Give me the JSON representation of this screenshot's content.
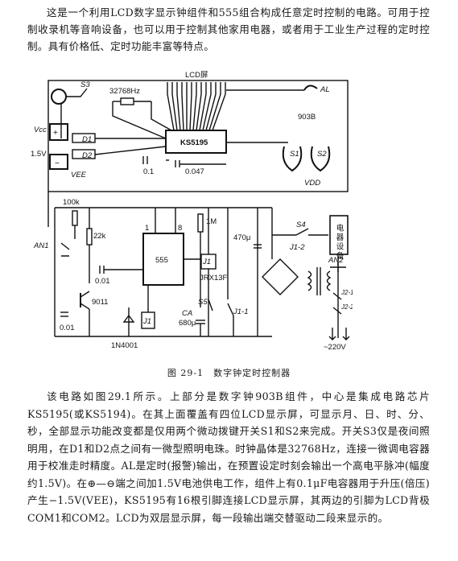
{
  "intro_text": "这是一个利用LCD数字显示钟组件和555组合构成任意定时控制的电路。可用于控制收录机等音响设备，也可以用于控制其他家用电器，或者用于工业生产过程的定时控制。具有价格低、定时功能丰富等特点。",
  "figure_caption": "图 29-1　数字钟定时控制器",
  "description_text": "该电路如图29.1所示。上部分是数字钟903B组件，中心是集成电路芯片KS5195(或KS5194)。在其上面覆盖有四位LCD显示屏，可显示月、日、时、分、秒，全部显示功能改变都是仅用两个微动拨键开关S1和S2来完成。开关S3仅是夜间照明用，在D1和D2点之间有一微型照明电珠。时钟晶体是32768Hz，连接一微调电容器用于校准走时精度。AL是定时(报警)输出，在预置设定时刻会输出一个高电平脉冲(幅度约1.5V)。在⊕—⊖端之间加1.5V电池供电工作，组件上有0.1μF电容器用于升压(倍压)产生−1.5V(VEE)，KS5195有16根引脚连接LCD显示屏，其两边的引脚为LCD背极COM1和COM2。LCD为双层显示屏，每一段输出端交替驱动二段来显示的。",
  "labels": {
    "lcd_screen": "LCD屏",
    "crystal": "32768Hz",
    "al": "AL",
    "module": "903B",
    "chip": "KS5195",
    "s3": "S3",
    "s1": "S1",
    "s2": "S2",
    "vcc": "Vcc",
    "d1": "D1",
    "d2": "D2",
    "cap_01": "0.1",
    "cap_0047": "0.047",
    "volt_15": "1.5V",
    "vee": "VEE",
    "vdd": "VDD",
    "r100k": "100k",
    "r22k": "22k",
    "an1": "AN1",
    "c001": "0.01",
    "t9011": "9011",
    "c001b": "0.01",
    "ic555": "555",
    "pin1": "1",
    "pin8": "8",
    "r1m": "1M",
    "j1_relay": "J1",
    "d1n4001": "1N4001",
    "ca": "CA",
    "ca_val": "680μ",
    "c470": "470μ",
    "j1_coil": "J1",
    "jrx": "JRX13F",
    "s5": "S5",
    "j1_1": "J1-1",
    "s4": "S4",
    "j1_2": "J1-2",
    "appliance": "电器设备",
    "an2": "AN2",
    "j2_1": "J2-1",
    "j2_2": "J2-2",
    "mains": "~220V"
  }
}
